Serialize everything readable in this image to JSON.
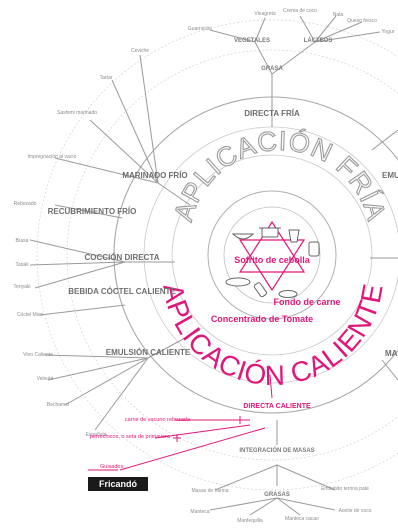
{
  "center": {
    "sofrito": "Sofrito de cebolla",
    "fondo": "Fondo de carne",
    "concentrado": "Concentrado de Tomate"
  },
  "rings": {
    "cold": "APLICACIÓN FRÍA",
    "hot": "APLICACIÓN CALIENTE"
  },
  "nodes": {
    "directa_fria": "DIRECTA FRÍA",
    "marinado_frio": "MARINADO FRÍO",
    "recubrimiento_frio": "RECUBRIMIENTO FRÍO",
    "coccion_directa": "COCCIÓN DIRECTA",
    "bebida_coctel": "BEBIDA CÓCTEL CALIENTE",
    "emulsion_caliente": "EMULSIÓN CALIENTE",
    "directa_caliente": "DIRECTA CALIENTE",
    "integracion_masas": "INTEGRACIÓN DE MASAS",
    "grasas": "GRASAS",
    "grasa": "GRASA",
    "vegetales": "VEGETALES",
    "lacteos": "LÁCTEOS",
    "emu_partial": "EMU",
    "ma_partial": "MA C"
  },
  "leaves": {
    "guarnicion": "Guarnición",
    "vinagreta": "Vinagreta",
    "crema_coco": "Crema de coco",
    "nata": "Nata",
    "queso_fresco": "Queso fresco",
    "yogur": "Yogur",
    "ceviche": "Ceviche",
    "tartar": "Tartar",
    "sashimi": "Sashimi marinado",
    "impregnacion": "Impregnación al vacío",
    "rebozado": "Rebozado",
    "brasa": "Brasa",
    "tataki": "Tataki",
    "teriyaki": "Teriyaki",
    "coctel_miso": "Cóctel Miso",
    "vino_caliente": "Vino Caliente",
    "veloute": "Velouté",
    "bechamel": "Bechamel",
    "espanola": "Española",
    "masas_harina": "Masas de harina",
    "embutido": "Embutido terrina paté",
    "manteca": "Manteca",
    "mantequilla": "Mantequilla",
    "manteca_cacao": "Manteca cacao",
    "aceite_coco": "Aceite de coco"
  },
  "pink_leaves": {
    "carne_vacuno": "carne de vacuno rebozada",
    "perrechicos": "perrechicos, o seta de primavera",
    "guisados": "Guisados"
  },
  "dish": {
    "label": "Fricandó"
  },
  "colors": {
    "accent": "#e0177a",
    "line": "#9a9a9a",
    "light_line": "#cfcfcf",
    "dish_bg": "#1a1a1a"
  }
}
